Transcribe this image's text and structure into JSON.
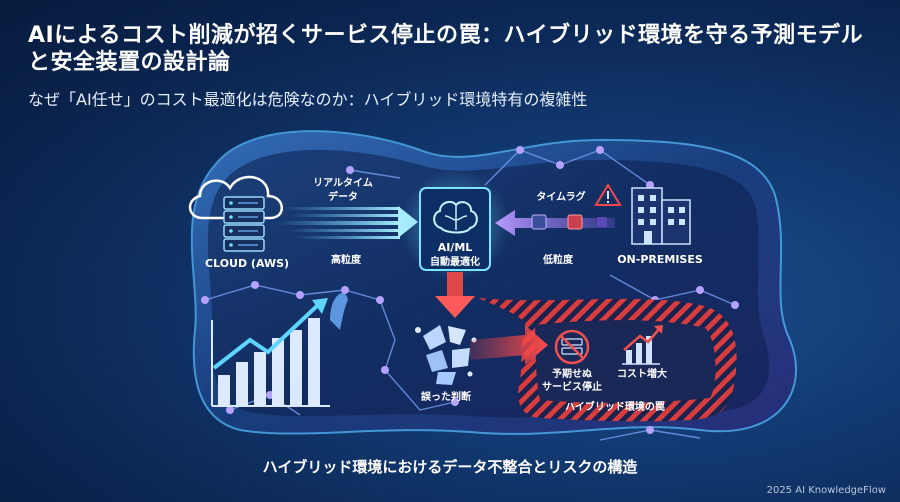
{
  "title": "AIによるコスト削減が招くサービス停止の罠：ハイブリッド環境を守る予測モデルと安全装置の設計論",
  "subtitle": "なぜ「AI任せ」のコスト最適化は危険なのか：ハイブリッド環境特有の複雑性",
  "diagram": {
    "cloud_label": "CLOUD (AWS)",
    "realtime_data_line1": "リアルタイム",
    "realtime_data_line2": "データ",
    "high_granularity": "高粒度",
    "ai_label_line1": "AI/ML",
    "ai_label_line2": "自動最適化",
    "time_lag": "タイムラグ",
    "low_granularity": "低粒度",
    "onprem_label": "ON-PREMISES",
    "wrong_judgment": "誤った判断",
    "outage_line1": "予期せぬ",
    "outage_line2": "サービス停止",
    "cost_increase": "コスト増大",
    "trap_label": "ハイブリッド環境の罠"
  },
  "caption": "ハイブリッド環境におけるデータ不整合とリスクの構造",
  "footer": "2025 AI KnowledgeFlow",
  "colors": {
    "cyan": "#5fd4ff",
    "purple": "#a98cf0",
    "red": "#e84a4a",
    "warning": "#f2c040"
  }
}
